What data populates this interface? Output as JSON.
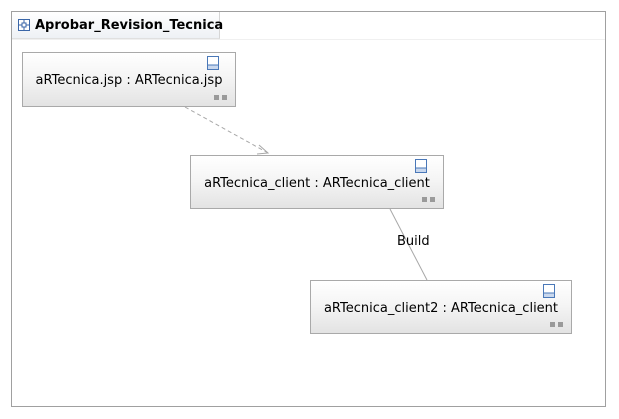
{
  "diagram": {
    "title": "Aprobar_Revision_Tecnica",
    "nodes": [
      {
        "label": "aRTecnica.jsp : ARTecnica.jsp",
        "icon": "class-box-icon"
      },
      {
        "label": "aRTecnica_client : ARTecnica_client",
        "icon": "class-box-icon"
      },
      {
        "label": "aRTecnica_client2 : ARTecnica_client",
        "icon": "class-box-icon"
      }
    ],
    "edges": [
      {
        "from": "aRTecnica.jsp : ARTecnica.jsp",
        "to": "aRTecnica_client : ARTecnica_client",
        "style": "dashed-arrow",
        "label": ""
      },
      {
        "from": "aRTecnica_client : ARTecnica_client",
        "to": "aRTecnica_client2 : ARTecnica_client",
        "style": "solid",
        "label": "Build"
      }
    ],
    "colors": {
      "node_border": "#a9a9a9",
      "icon_blue": "#4a78b8",
      "edge": "#a0a0a0"
    }
  }
}
